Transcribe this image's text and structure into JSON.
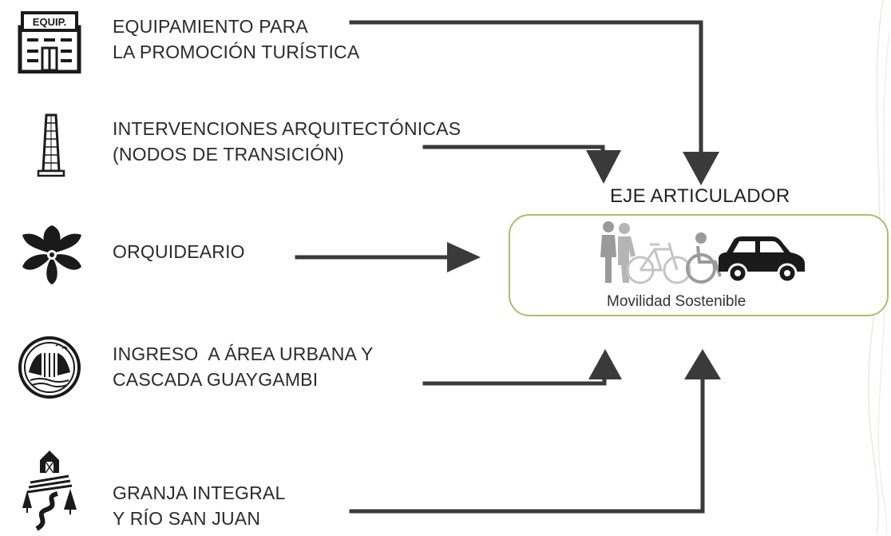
{
  "items": [
    {
      "line1": "EQUIPAMIENTO PARA",
      "line2": "LA PROMOCIÓN TURÍSTICA",
      "icon": "building-icon",
      "icon_text": "EQUIP."
    },
    {
      "line1": "INTERVENCIONES ARQUITECTÓNICAS",
      "line2": "(NODOS DE TRANSICIÓN)",
      "icon": "tower-icon"
    },
    {
      "line1": "ORQUIDEARIO",
      "line2": "",
      "icon": "orchid-icon"
    },
    {
      "line1": "INGRESO  A ÁREA URBANA Y",
      "line2": "CASCADA GUAYGAMBI",
      "icon": "waterfall-icon"
    },
    {
      "line1": "GRANJA INTEGRAL",
      "line2": "Y RÍO SAN JUAN",
      "icon": "farm-icon"
    }
  ],
  "eje": {
    "title": "EJE ARTICULADOR",
    "subtitle": "Movilidad Sostenible",
    "icons": [
      "pedestrians-icon",
      "bicycle-icon",
      "wheelchair-icon",
      "car-icon"
    ]
  },
  "colors": {
    "arrow": "#3a3a3a",
    "box_border": "#a9c06a",
    "icon_dark": "#1a1a1a",
    "people_gray": "#9a9a9a"
  }
}
